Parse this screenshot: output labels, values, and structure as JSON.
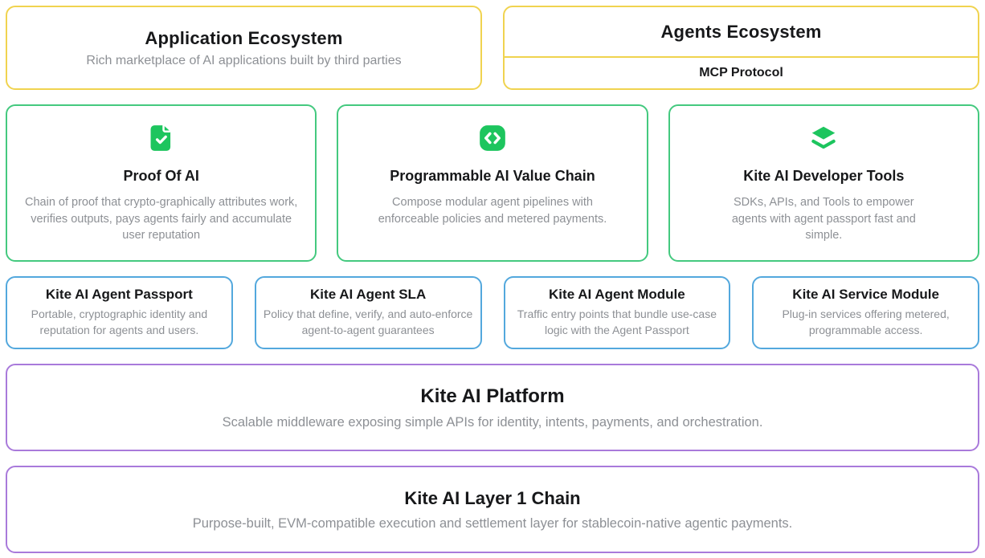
{
  "colors": {
    "ecosystem_border": "#f0d34f",
    "feature_border": "#44c97f",
    "module_border": "#53a8dd",
    "band_border": "#a97adb",
    "icon_green": "#1dc55e",
    "title_text": "#17181a",
    "description_text": "#8d9095"
  },
  "top_row": {
    "application": {
      "title": "Application Ecosystem",
      "subtitle": "Rich marketplace of AI applications built by third parties"
    },
    "agents": {
      "title": "Agents Ecosystem",
      "protocol": "MCP Protocol"
    }
  },
  "feature_cards": [
    {
      "icon": "file-check-icon",
      "title": "Proof Of AI",
      "description": "Chain of proof that crypto-graphically attributes work, verifies outputs, pays agents fairly and accumulate user reputation"
    },
    {
      "icon": "code-icon",
      "title": "Programmable AI Value Chain",
      "description": "Compose modular agent pipelines with enforceable policies and metered payments."
    },
    {
      "icon": "layers-icon",
      "title": "Kite AI Developer Tools",
      "description": "SDKs, APIs, and Tools to empower agents with agent passport fast and simple."
    }
  ],
  "module_cards": [
    {
      "title": "Kite AI Agent Passport",
      "description": "Portable, cryptographic identity and reputation for agents and users."
    },
    {
      "title": "Kite AI Agent SLA",
      "description": "Policy that define, verify, and auto-enforce agent-to-agent guarantees"
    },
    {
      "title": "Kite AI Agent Module",
      "description": "Traffic entry points that bundle use-case logic with the Agent Passport"
    },
    {
      "title": "Kite AI Service Module",
      "description": "Plug-in services offering metered, programmable access."
    }
  ],
  "platform": {
    "title": "Kite AI Platform",
    "description": "Scalable middleware exposing simple APIs for identity, intents, payments, and orchestration."
  },
  "chain": {
    "title": "Kite AI Layer 1 Chain",
    "description": "Purpose-built, EVM-compatible execution and settlement layer for stablecoin-native agentic payments."
  }
}
